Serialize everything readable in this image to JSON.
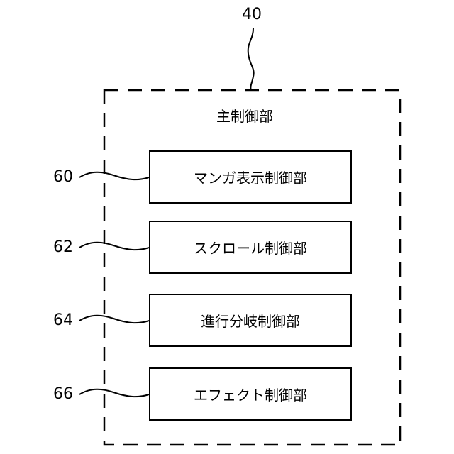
{
  "figure": {
    "ref_main": "40",
    "main_title": "主制御部",
    "blocks": [
      {
        "ref": "60",
        "label": "マンガ表示制御部"
      },
      {
        "ref": "62",
        "label": "スクロール制御部"
      },
      {
        "ref": "64",
        "label": "進行分岐制御部"
      },
      {
        "ref": "66",
        "label": "エフェクト制御部"
      }
    ]
  },
  "colors": {
    "line": "#000000",
    "background": "#ffffff"
  }
}
